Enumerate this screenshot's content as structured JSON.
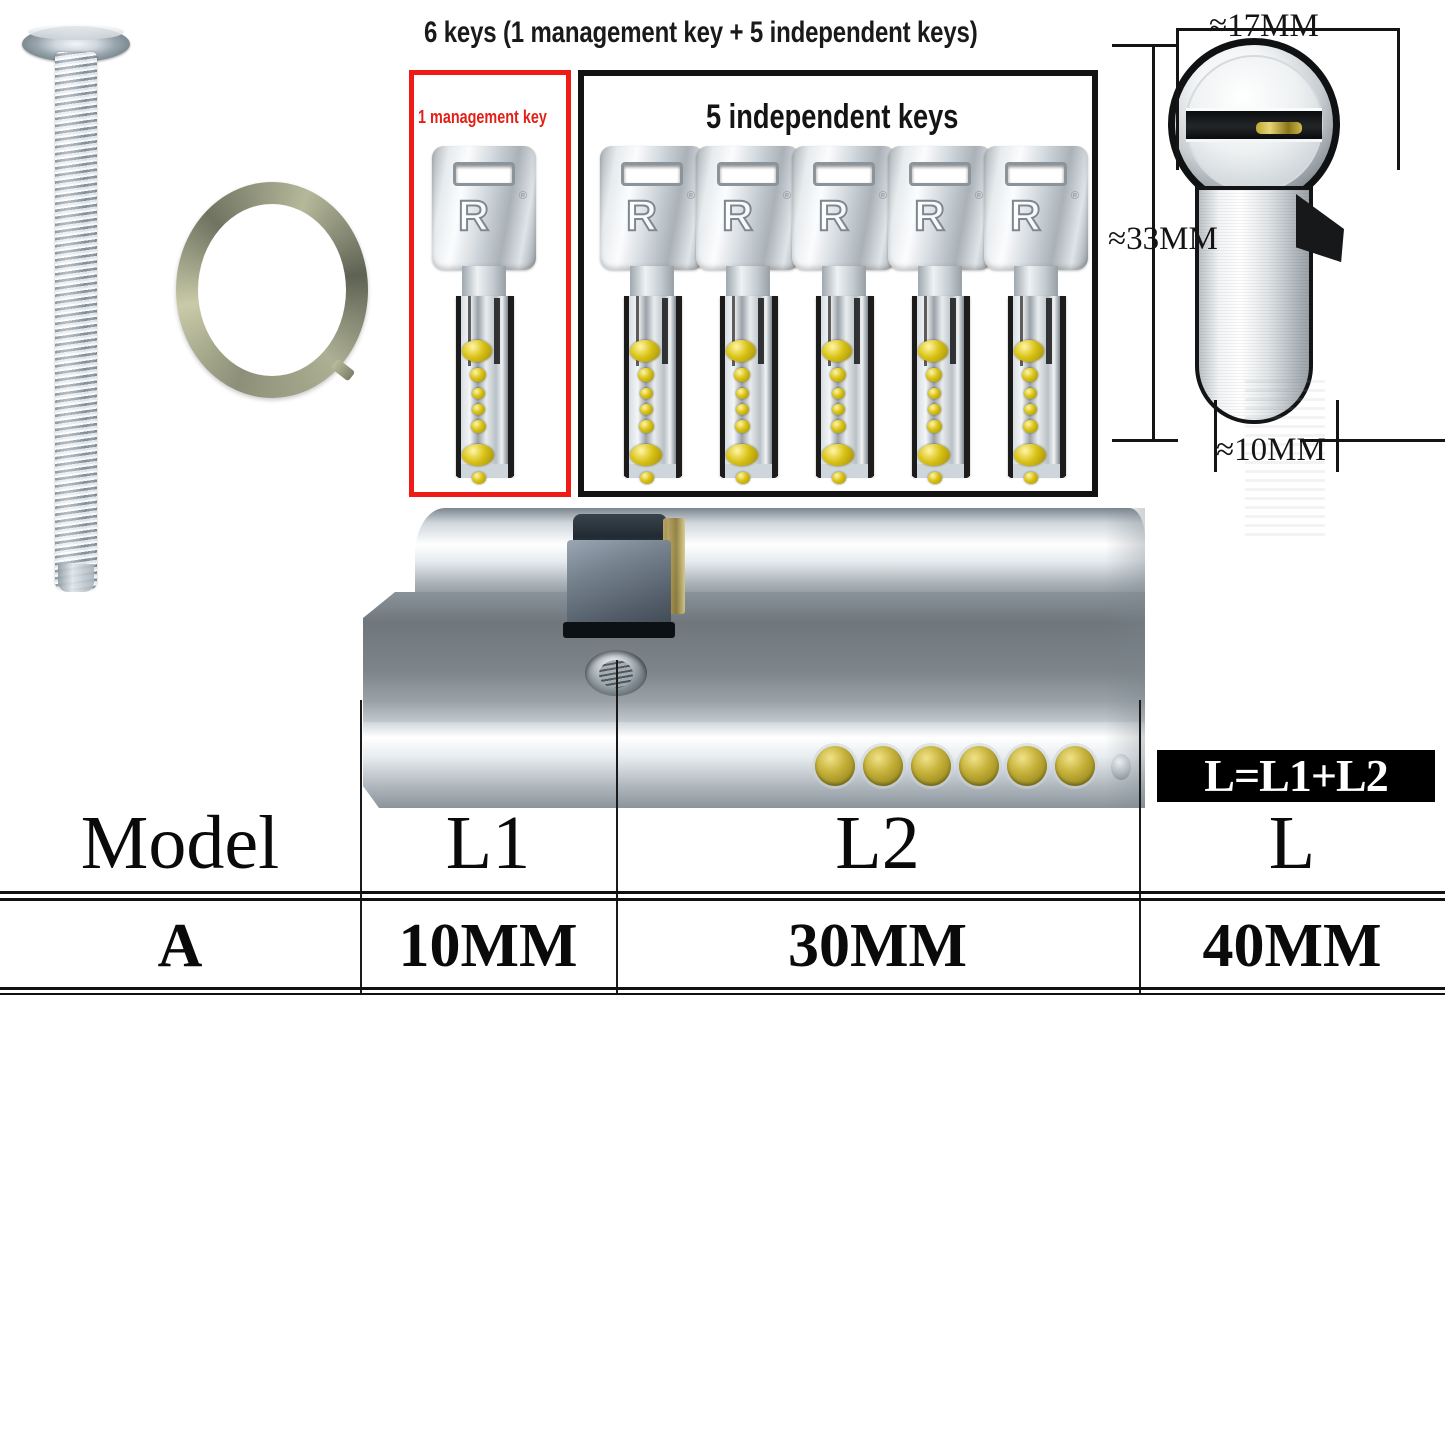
{
  "headline": "6 keys (1 management key + 5 independent keys)",
  "key_groups": {
    "management": {
      "label": "1 management key",
      "count": 1,
      "border_color": "#ee1b16",
      "label_color": "#e41f16"
    },
    "independent": {
      "label": "5 independent keys",
      "count": 5,
      "border_color": "#131313",
      "label_color": "#141414"
    }
  },
  "key_detail": {
    "brand_mark": "R",
    "registered_mark": "®",
    "blade_type": "dimple",
    "dimple_count": 7
  },
  "parts": {
    "screw": "countersunk-machine-screw",
    "key_ring": "split-key-ring",
    "cylinder": "euro-profile-lock-cylinder"
  },
  "cylinder": {
    "pin_count": 6,
    "pin_color": "#c6b23a",
    "body_color": "#b7bec3",
    "cam_color": "#77828f"
  },
  "cross_section": {
    "width_label": "≈17MM",
    "height_label": "≈33MM",
    "bottom_label": "≈10MM"
  },
  "formula_badge": "L=L1+L2",
  "spec_table": {
    "headers": [
      "Model",
      "L1",
      "L2",
      "L"
    ],
    "rows": [
      [
        "A",
        "10MM",
        "30MM",
        "40MM"
      ]
    ]
  }
}
